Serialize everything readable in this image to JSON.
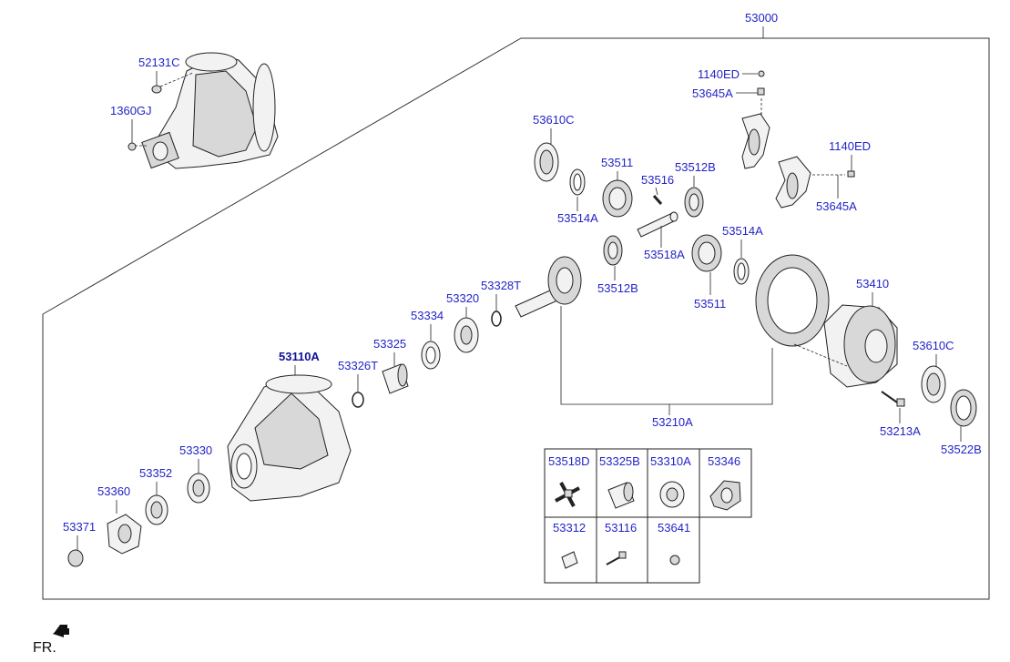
{
  "assembly": {
    "main_label": "53000",
    "carrier_label": "53110A",
    "gear_set_label": "53210A"
  },
  "part_labels": {
    "p52131C": "52131C",
    "p1360GJ": "1360GJ",
    "p1140ED_top": "1140ED",
    "p53645A_top": "53645A",
    "p1140ED_right": "1140ED",
    "p53645A_right": "53645A",
    "p53610C_left": "53610C",
    "p53514A_left": "53514A",
    "p53511_top": "53511",
    "p53516": "53516",
    "p53512B_top": "53512B",
    "p53518A": "53518A",
    "p53514A_right": "53514A",
    "p53512B_bottom": "53512B",
    "p53511_bottom": "53511",
    "p53328T": "53328T",
    "p53320": "53320",
    "p53334": "53334",
    "p53325": "53325",
    "p53326T": "53326T",
    "p53410": "53410",
    "p53610C_right": "53610C",
    "p53213A": "53213A",
    "p53522B": "53522B",
    "p53330": "53330",
    "p53352": "53352",
    "p53360": "53360",
    "p53371": "53371"
  },
  "legend_table": {
    "row1": [
      "53518D",
      "53325B",
      "53310A",
      "53346"
    ],
    "row2": [
      "53312",
      "53116",
      "53641"
    ]
  },
  "footer": {
    "direction_label": "FR."
  }
}
